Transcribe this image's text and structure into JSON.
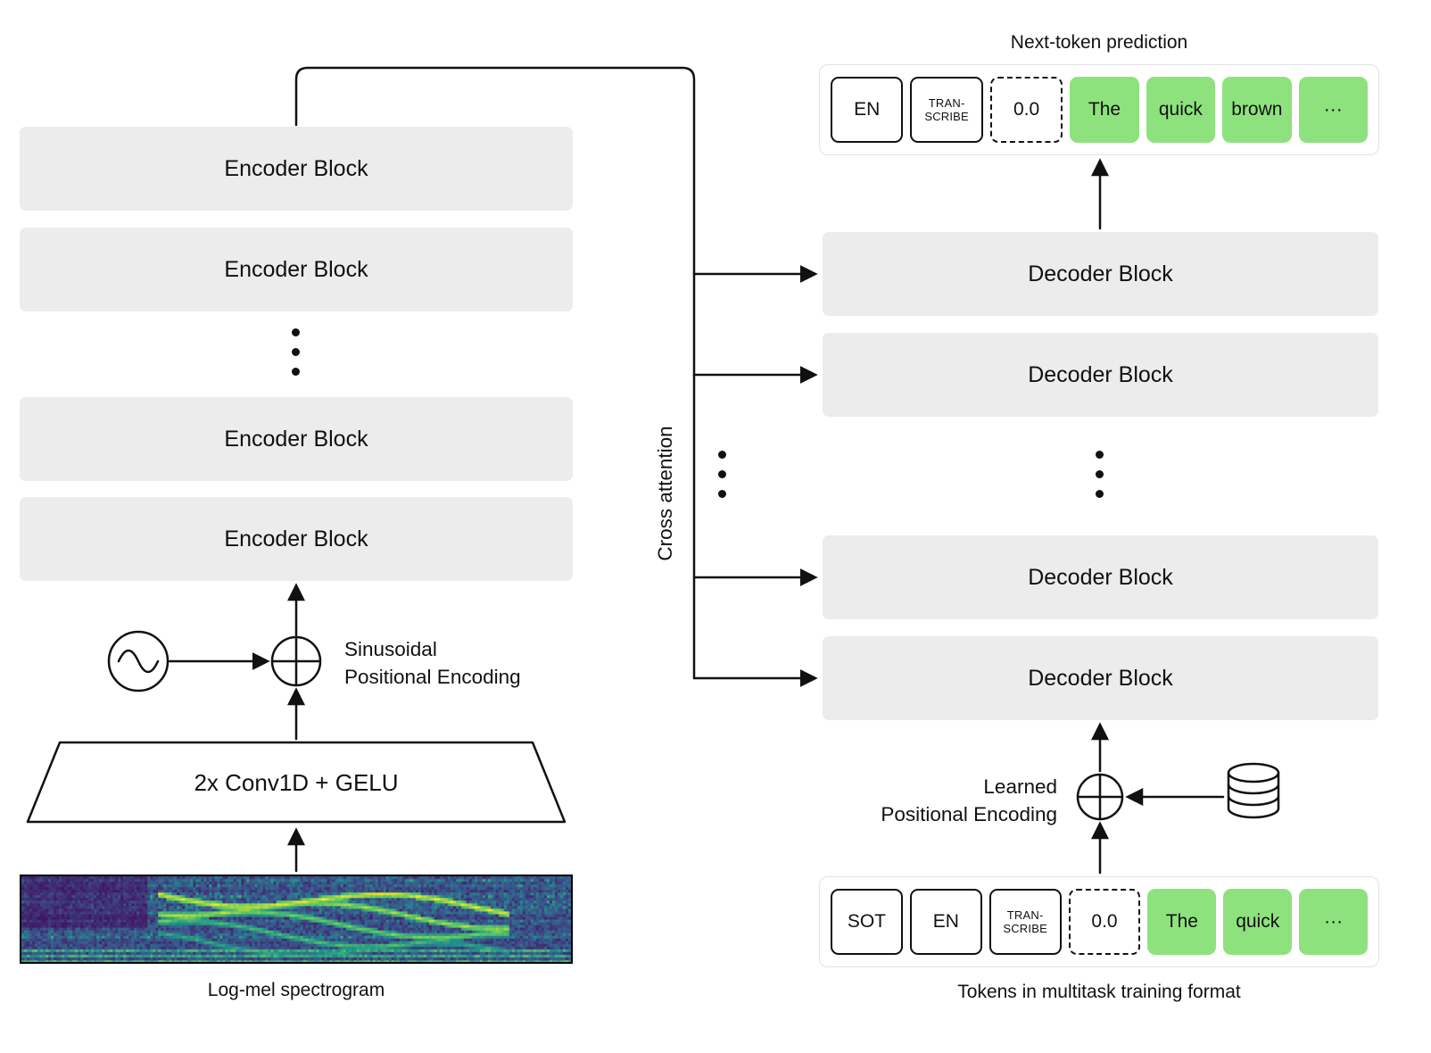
{
  "cross_attention_label": "Cross attention",
  "encoder": {
    "blocks": [
      "Encoder Block",
      "Encoder Block",
      "Encoder Block",
      "Encoder Block"
    ],
    "conv_label": "2x Conv1D + GELU",
    "positional_encoding_label": "Sinusoidal\nPositional Encoding",
    "spectrogram_caption": "Log-mel spectrogram"
  },
  "decoder": {
    "blocks": [
      "Decoder Block",
      "Decoder Block",
      "Decoder Block",
      "Decoder Block"
    ],
    "positional_encoding_label": "Learned\nPositional Encoding"
  },
  "prediction": {
    "title": "Next-token prediction",
    "tokens": [
      {
        "label": "EN",
        "type": "special"
      },
      {
        "label": "TRAN-\nSCRIBE",
        "type": "special-small"
      },
      {
        "label": "0.0",
        "type": "timestamp"
      },
      {
        "label": "The",
        "type": "text"
      },
      {
        "label": "quick",
        "type": "text"
      },
      {
        "label": "brown",
        "type": "text"
      },
      {
        "label": "···",
        "type": "text"
      }
    ]
  },
  "input": {
    "caption": "Tokens in multitask training format",
    "tokens": [
      {
        "label": "SOT",
        "type": "special"
      },
      {
        "label": "EN",
        "type": "special"
      },
      {
        "label": "TRAN-\nSCRIBE",
        "type": "special-small"
      },
      {
        "label": "0.0",
        "type": "timestamp"
      },
      {
        "label": "The",
        "type": "text"
      },
      {
        "label": "quick",
        "type": "text"
      },
      {
        "label": "···",
        "type": "text"
      }
    ]
  },
  "colors": {
    "block_bg": "#ececec",
    "token_green": "#8ee27e",
    "line": "#111111"
  }
}
